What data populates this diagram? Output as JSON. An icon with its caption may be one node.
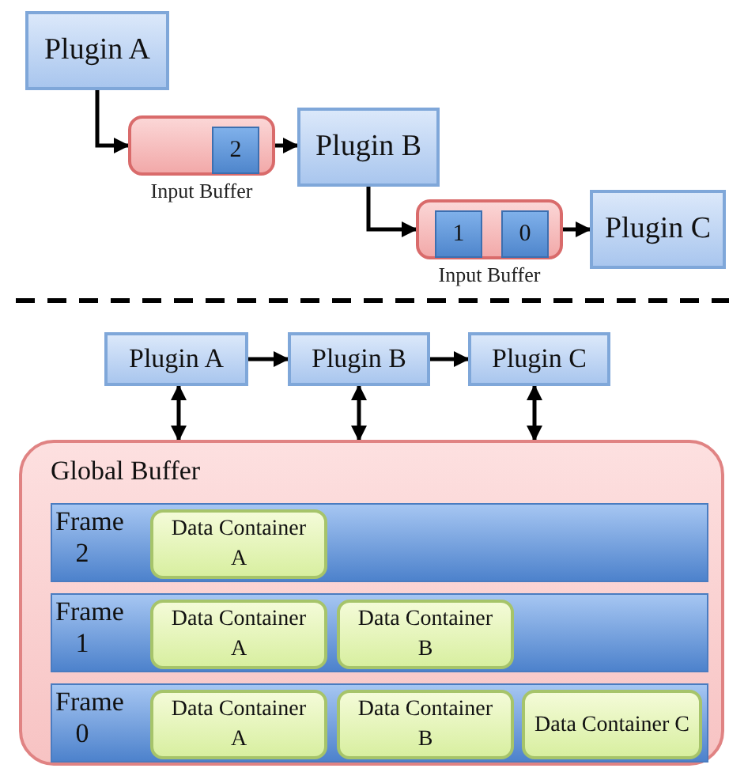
{
  "diagram": {
    "nodes": [
      {
        "text": [
          "Plugin A"
        ]
      },
      {
        "text": [
          "Input Buffer"
        ]
      },
      {
        "text": [
          "2"
        ],
        "in": 1
      },
      {
        "text": [
          "Plugin B"
        ]
      },
      {
        "text": [
          "Input Buffer"
        ]
      },
      {
        "text": [
          "1"
        ],
        "in": 4
      },
      {
        "text": [
          "0"
        ],
        "in": 4
      },
      {
        "text": [
          "Plugin C"
        ]
      },
      {
        "text": [
          "Plugin A"
        ]
      },
      {
        "text": [
          "Plugin B"
        ]
      },
      {
        "text": [
          "Plugin C"
        ]
      },
      {
        "text": [
          "Global Buffer"
        ]
      },
      {
        "text": [
          "Frame 2"
        ],
        "in": 11
      },
      {
        "text": [
          "Data Container A"
        ],
        "in": 12
      },
      {
        "text": [
          "Frame 1"
        ],
        "in": 11
      },
      {
        "text": [
          "Data Container A"
        ],
        "in": 14
      },
      {
        "text": [
          "Data Container B"
        ],
        "in": 14
      },
      {
        "text": [
          "Frame 0"
        ],
        "in": 11
      },
      {
        "text": [
          "Data Container A"
        ],
        "in": 17
      },
      {
        "text": [
          "Data Container B"
        ],
        "in": 17
      },
      {
        "text": [
          "Data Container C"
        ],
        "in": 17
      }
    ],
    "edges": [
      {
        "from": 0,
        "to": 1,
        "arrow": "to"
      },
      {
        "from": 1,
        "to": 3,
        "arrow": "to"
      },
      {
        "from": 3,
        "to": 4,
        "arrow": "to"
      },
      {
        "from": 4,
        "to": 7,
        "arrow": "to"
      },
      {
        "from": 8,
        "to": 9,
        "arrow": "to"
      },
      {
        "from": 9,
        "to": 10,
        "arrow": "to"
      },
      {
        "from": 8,
        "to": 11,
        "arrow": "both"
      },
      {
        "from": 9,
        "to": 11,
        "arrow": "both"
      },
      {
        "from": 10,
        "to": 11,
        "arrow": "both"
      }
    ]
  }
}
